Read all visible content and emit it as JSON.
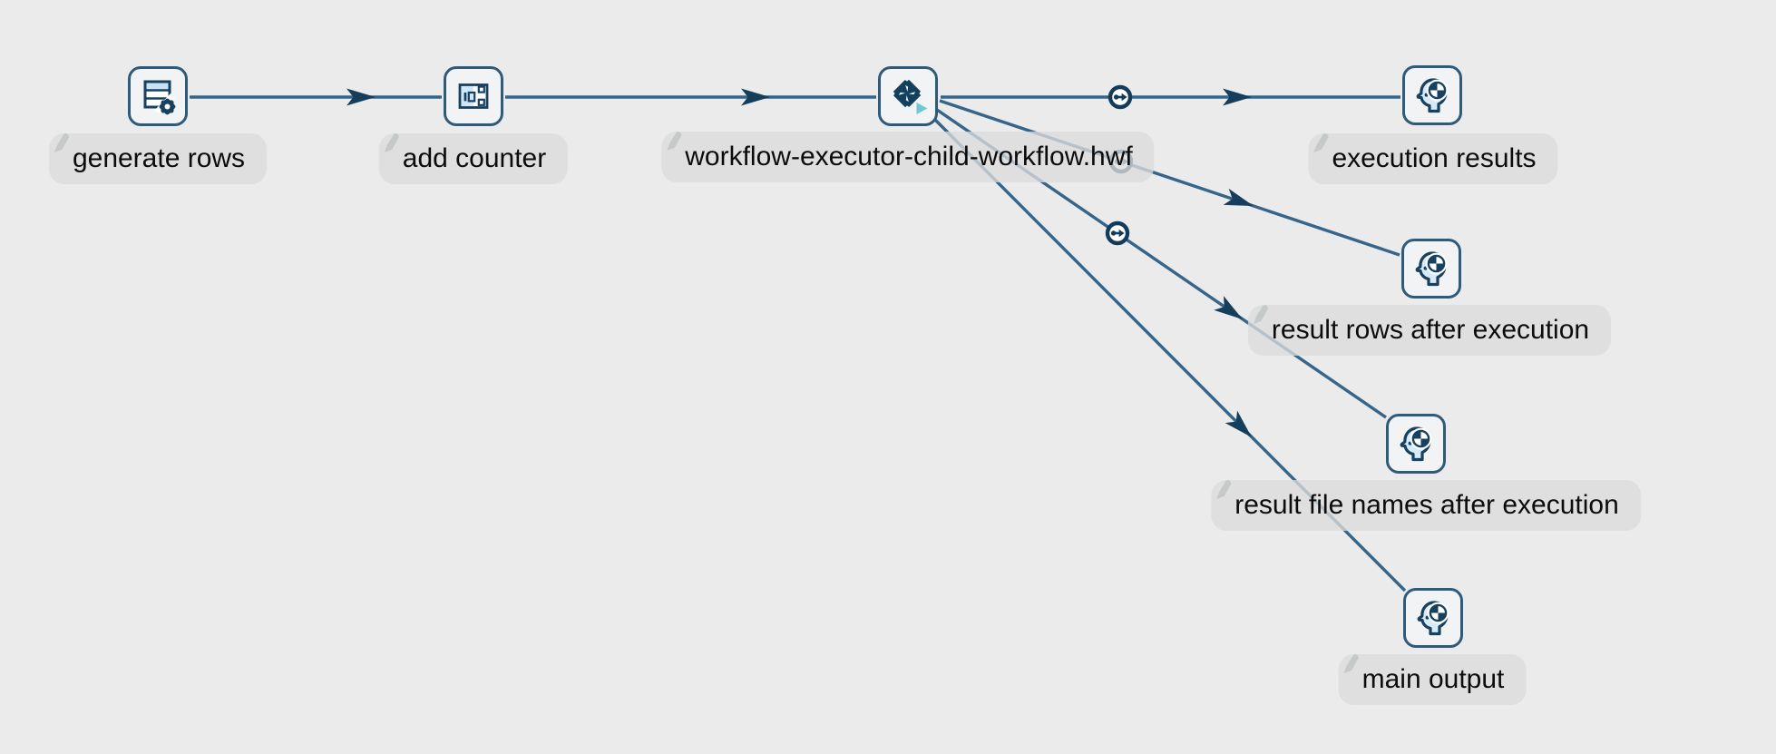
{
  "canvas": {
    "kind": "workflow-editor-canvas",
    "background_color": "#ebebeb"
  },
  "colors": {
    "node_border": "#2e5b7c",
    "node_fill": "#f2f3f4",
    "hop_line": "#36658b",
    "arrowhead": "#143e5c",
    "icon_dark_navy": "#17415f",
    "icon_light_blue": "#d7eafa",
    "icon_blue_band": "#c9e3f6",
    "teal_play_accent": "#6fc9d3",
    "label_bubble": "#dbdbdb",
    "label_text": "#0c0c0c",
    "pencil_gray": "#c6c9c9"
  },
  "nodes": [
    {
      "id": "generate-rows",
      "label": "generate rows",
      "icon": "table-gear-icon"
    },
    {
      "id": "add-counter",
      "label": "add counter",
      "icon": "counter-icon"
    },
    {
      "id": "workflow-executor",
      "label": "workflow-executor-child-workflow.hwf",
      "icon": "workflow-executor-icon"
    },
    {
      "id": "execution-results",
      "label": "execution results",
      "icon": "head-target-icon"
    },
    {
      "id": "result-rows",
      "label": "result rows after execution",
      "icon": "head-target-icon"
    },
    {
      "id": "result-file-names",
      "label": "result file names after execution",
      "icon": "head-target-icon"
    },
    {
      "id": "main-output",
      "label": "main output",
      "icon": "head-target-icon"
    }
  ],
  "connections": [
    {
      "from": "generate-rows",
      "to": "add-counter",
      "result_circle": false
    },
    {
      "from": "add-counter",
      "to": "workflow-executor",
      "result_circle": false
    },
    {
      "from": "workflow-executor",
      "to": "execution-results",
      "result_circle": true
    },
    {
      "from": "workflow-executor",
      "to": "result-rows",
      "result_circle": true
    },
    {
      "from": "workflow-executor",
      "to": "result-file-names",
      "result_circle": true
    },
    {
      "from": "workflow-executor",
      "to": "main-output",
      "result_circle": false
    }
  ]
}
